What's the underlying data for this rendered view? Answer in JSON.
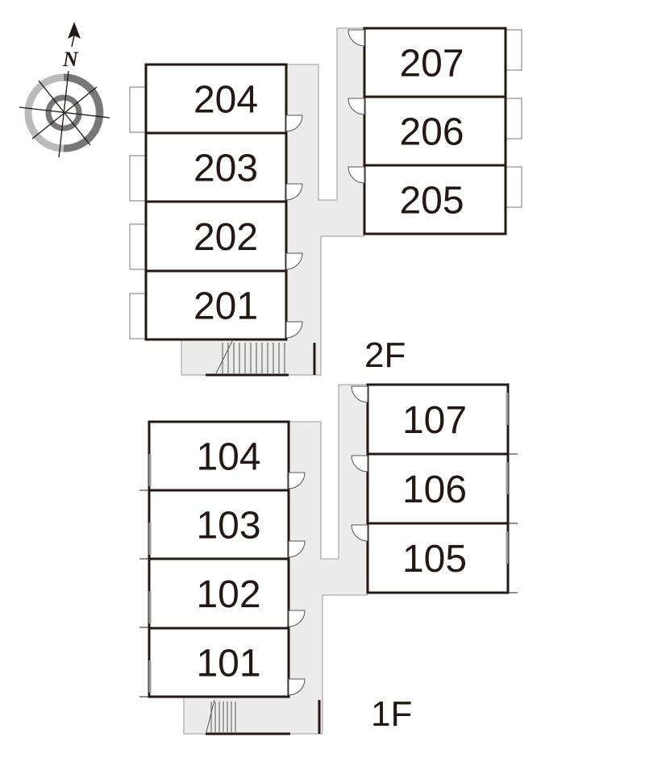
{
  "compass": {
    "north_label": "N"
  },
  "floor2": {
    "label": "2F",
    "units": [
      "204",
      "203",
      "202",
      "201",
      "207",
      "206",
      "205"
    ]
  },
  "floor1": {
    "label": "1F",
    "units": [
      "104",
      "103",
      "102",
      "101",
      "107",
      "106",
      "105"
    ]
  }
}
